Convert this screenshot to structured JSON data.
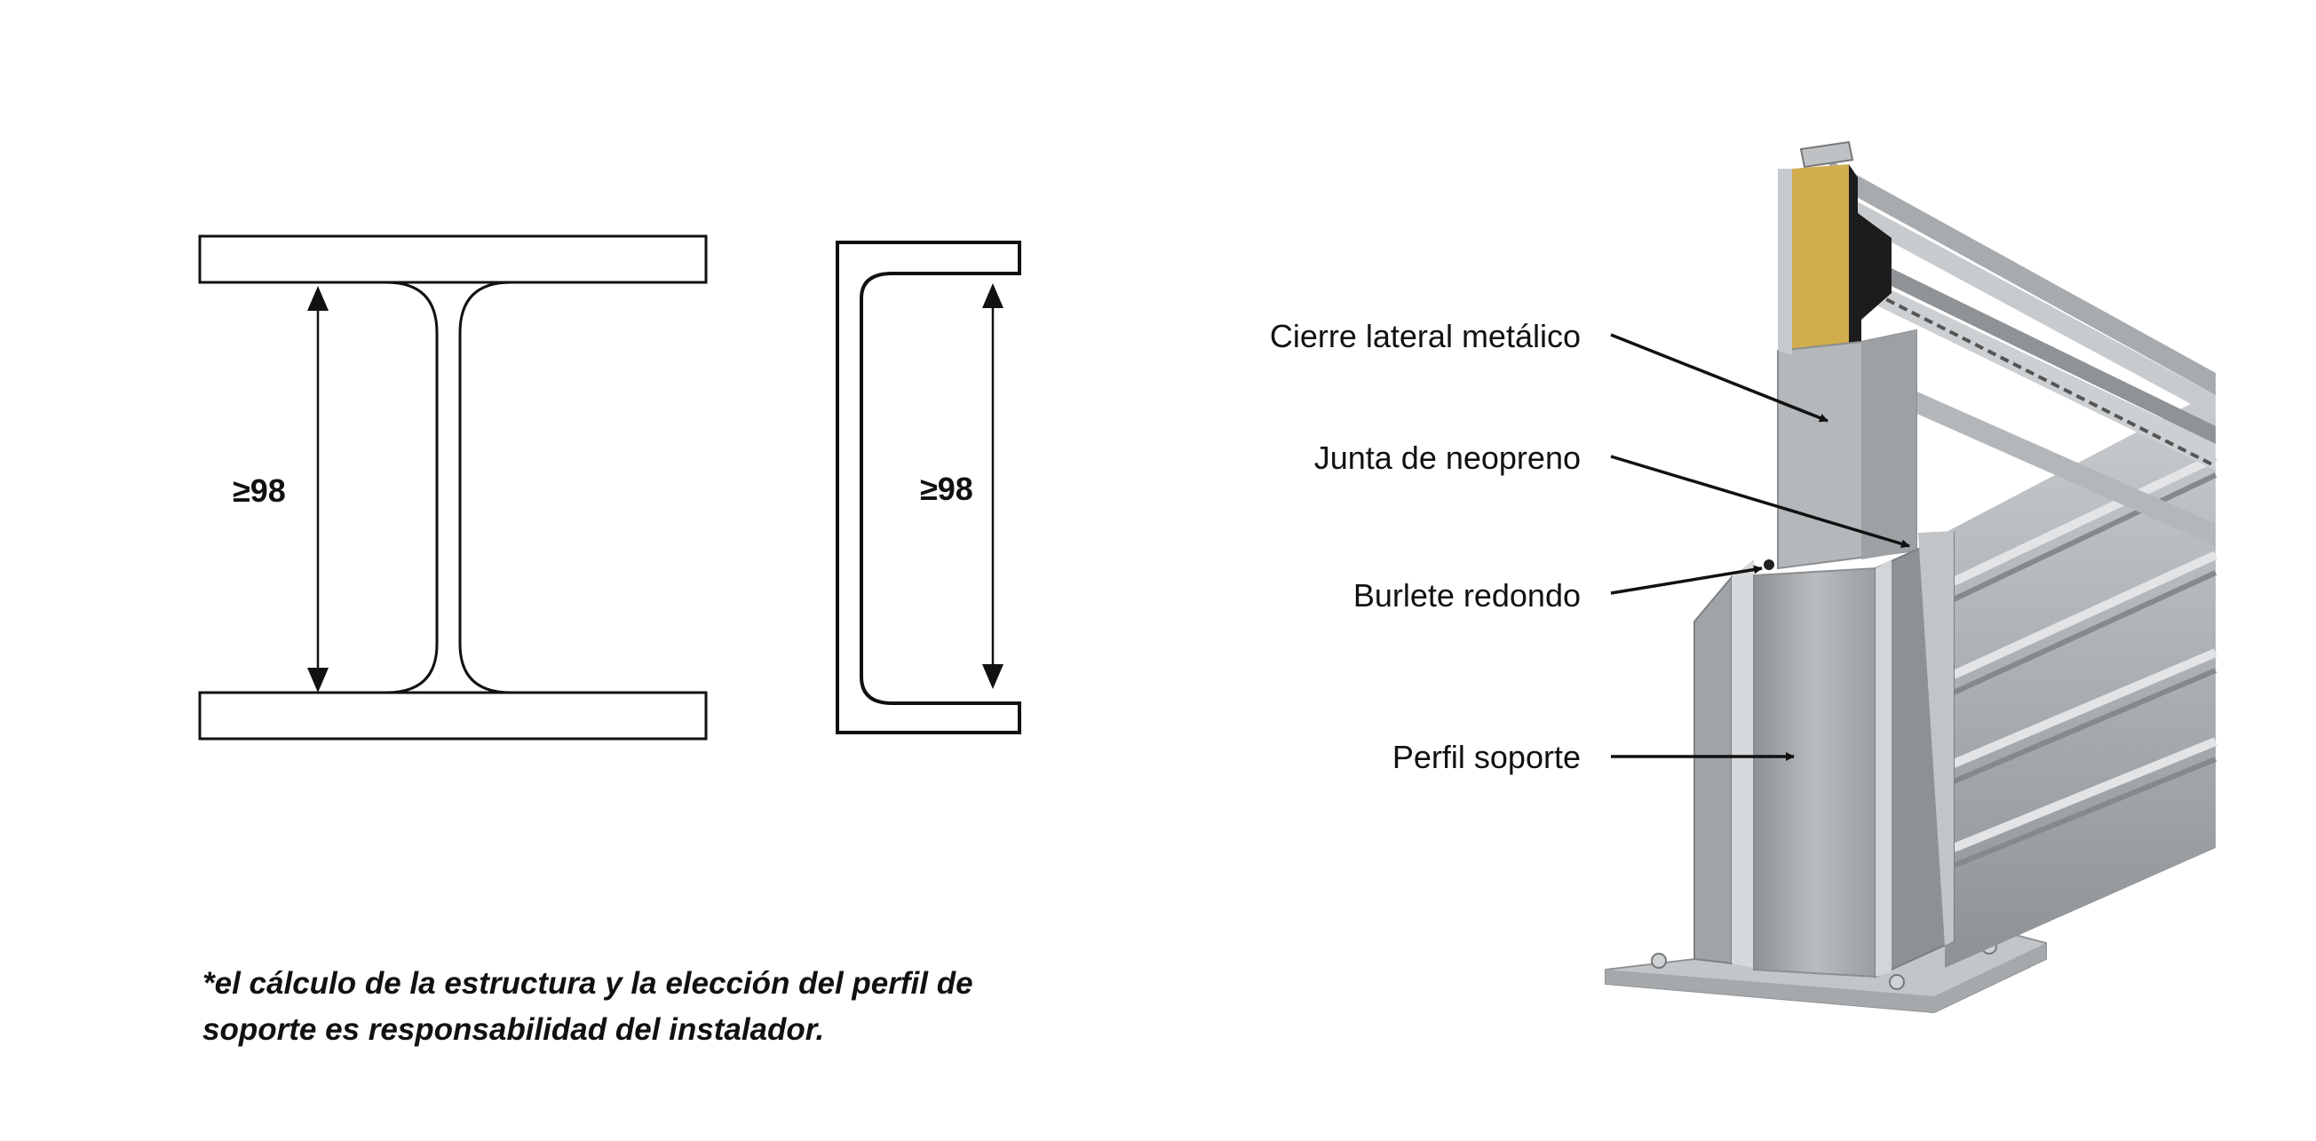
{
  "dimensions": {
    "ibeam_height_label": "≥98",
    "channel_height_label": "≥98"
  },
  "callouts": [
    {
      "label": "Cierre lateral metálico"
    },
    {
      "label": "Junta de neopreno"
    },
    {
      "label": "Burlete redondo"
    },
    {
      "label": "Perfil soporte"
    }
  ],
  "note": {
    "line1": "*el cálculo de la estructura y la elección del perfil de",
    "line2": "soporte es responsabilidad del instalador."
  },
  "colors": {
    "gasket_yellow": "#d2ad4e",
    "neoprene_black": "#1c1c1c",
    "steel_light": "#b8bcbf",
    "steel_mid": "#9ea2a5",
    "steel_dark": "#7e8285"
  }
}
